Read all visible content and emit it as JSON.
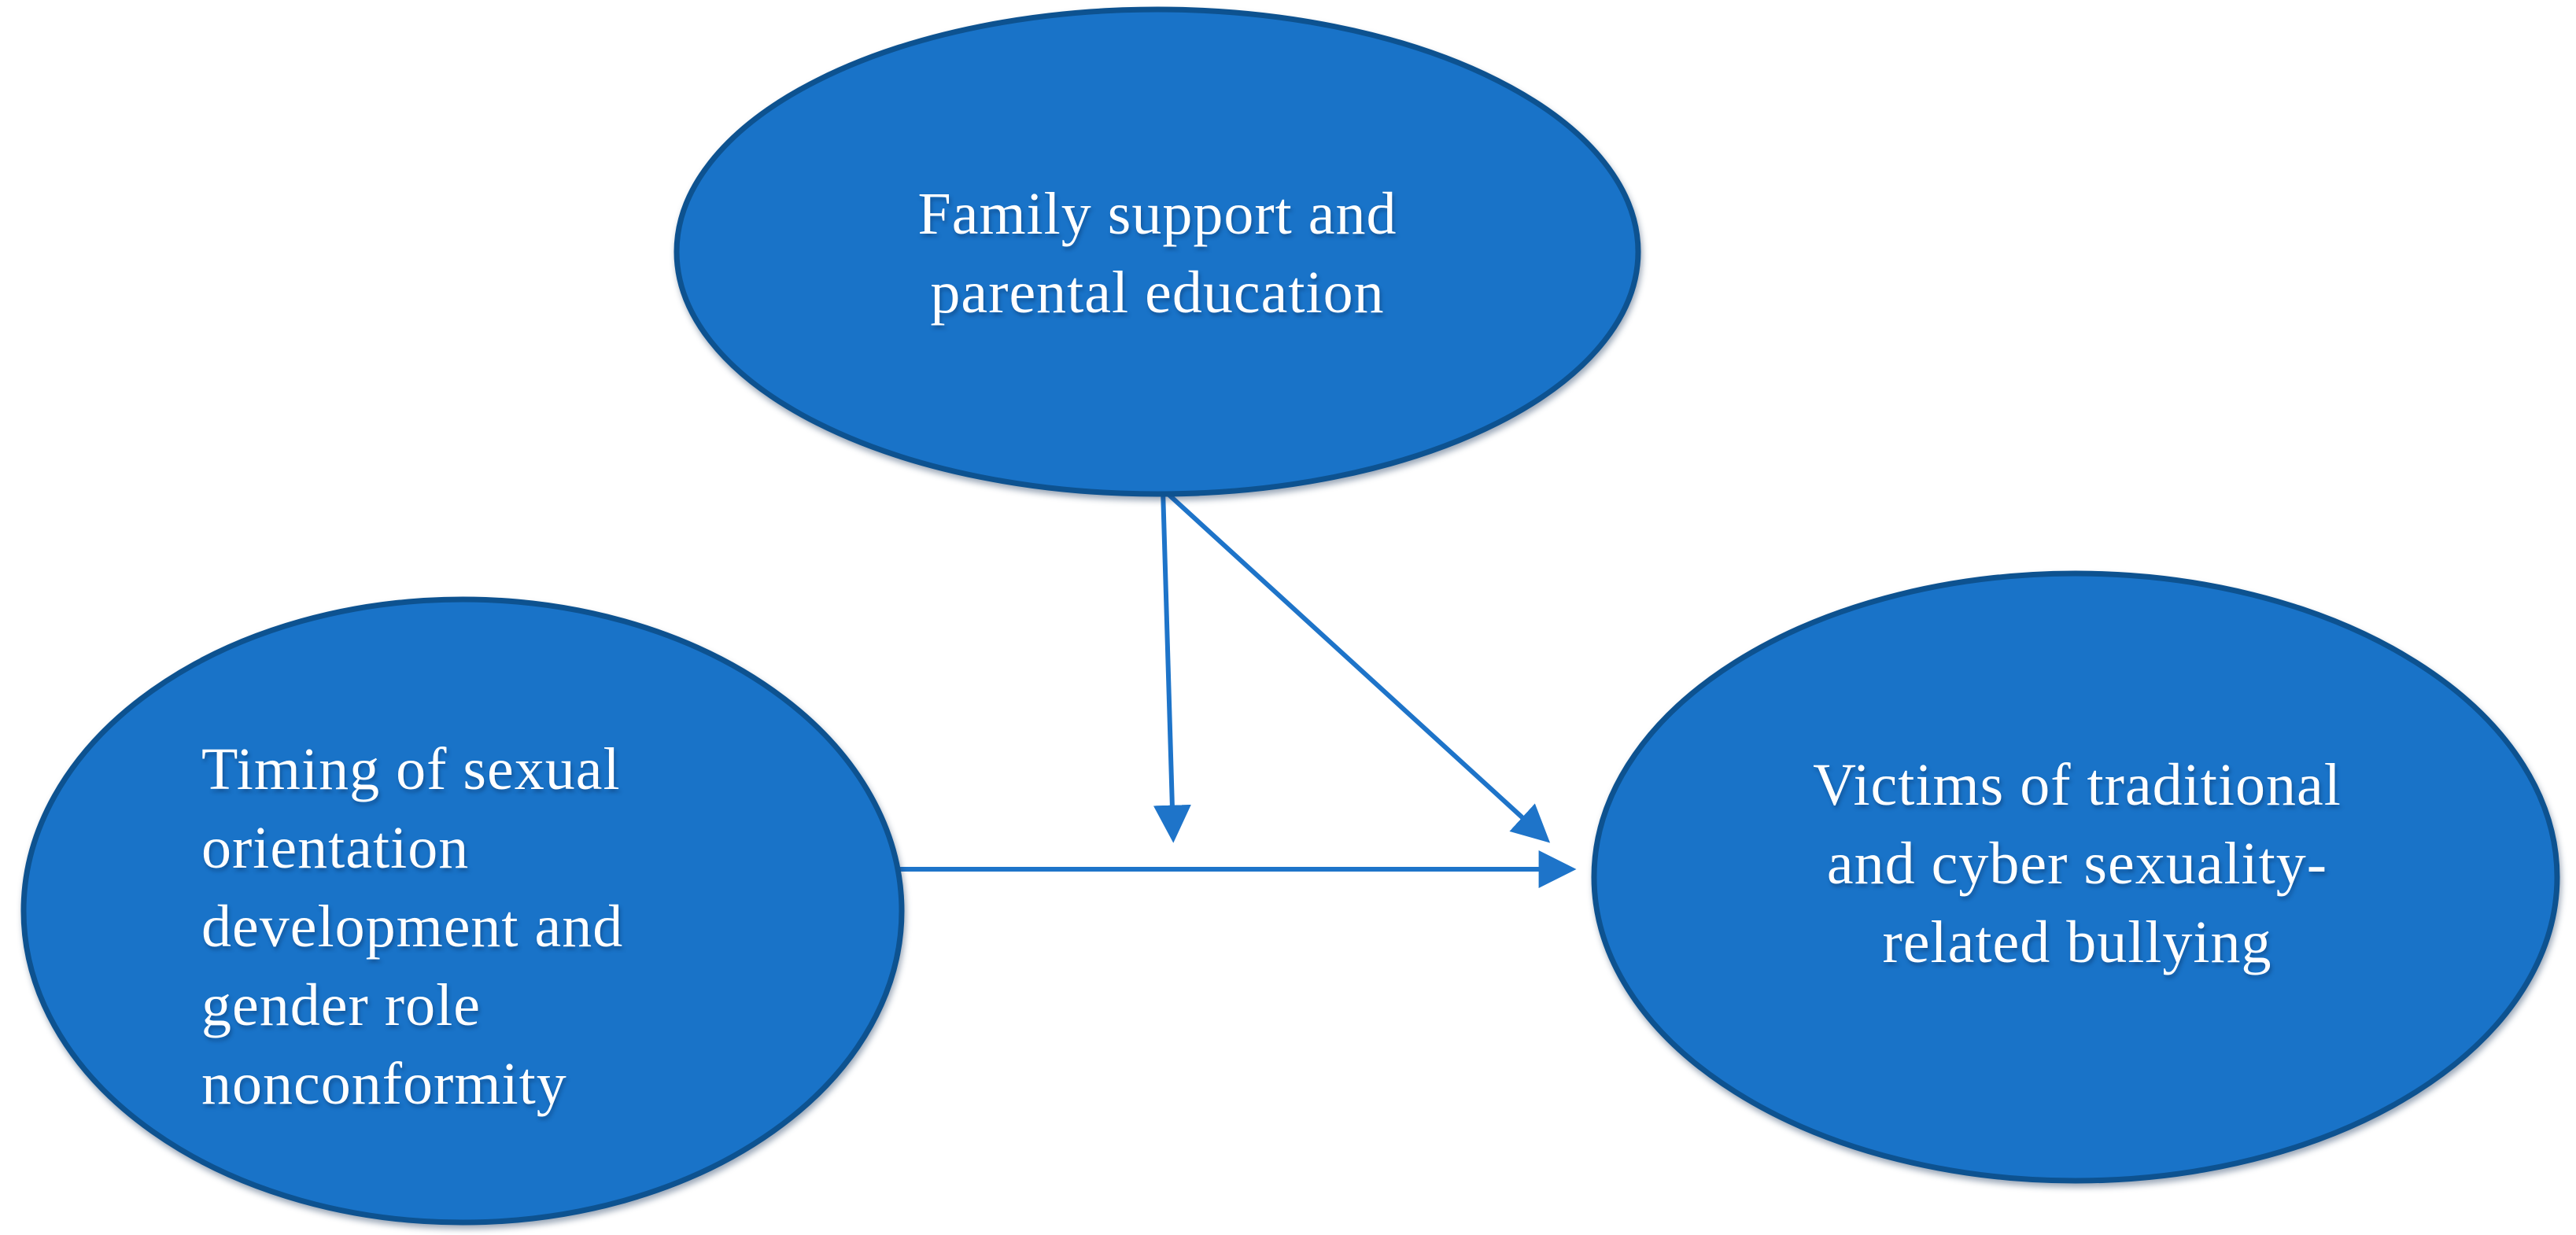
{
  "figure": {
    "type": "path-diagram",
    "background": "#FFFFFF",
    "colors": {
      "node_fill": "#1973C8",
      "node_border": "#0D5290",
      "arrow": "#1E74C9",
      "text": "#FFFFFF"
    },
    "nodes": {
      "family_support": {
        "text": "Family support and parental education",
        "lines": [
          "Family support and",
          "parental education"
        ]
      },
      "timing": {
        "text": "Timing of sexual orientation development and gender role nonconformity",
        "lines": [
          "Timing of sexual",
          "orientation",
          "development and",
          "gender role",
          "nonconformity"
        ]
      },
      "victims": {
        "text": "Victims of traditional and cyber sexuality-related bullying",
        "lines": [
          "Victims of traditional",
          "and cyber sexuality-",
          "related bullying"
        ]
      }
    },
    "edges": [
      {
        "from": "timing",
        "to": "victims",
        "shape": "horizontal-arrow"
      },
      {
        "from": "family_support",
        "to": "timing-victims-path",
        "shape": "vertical-arrow",
        "role": "moderator"
      },
      {
        "from": "family_support",
        "to": "victims",
        "shape": "diagonal-arrow"
      }
    ]
  }
}
